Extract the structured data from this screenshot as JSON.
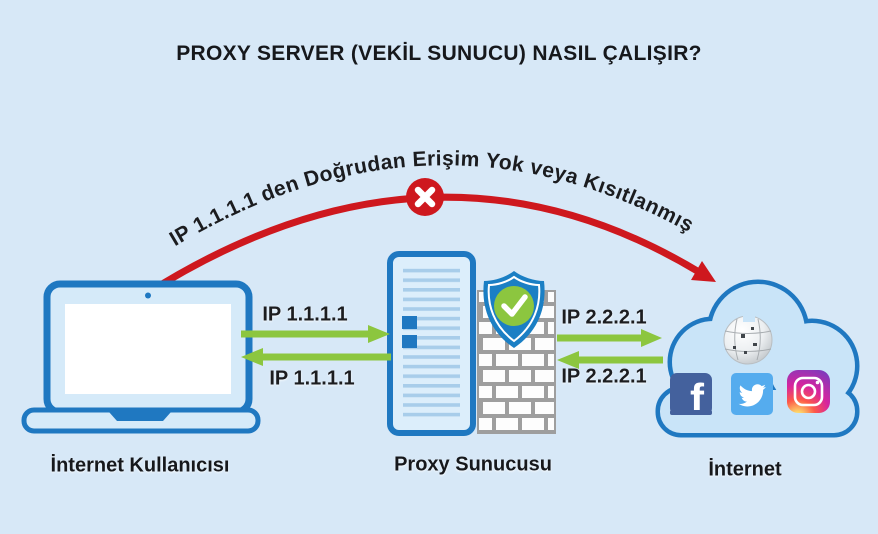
{
  "title": "PROXY SERVER (VEKİL SUNUCU) NASIL ÇALIŞIR?",
  "blocked_route": {
    "label": "IP 1.1.1.1 den Doğrudan Erişim Yok veya Kısıtlanmış",
    "icon": "blocked-x-icon"
  },
  "nodes": {
    "client": {
      "label": "İnternet Kullanıcısı",
      "icon": "laptop-icon"
    },
    "proxy": {
      "label": "Proxy Sunucusu",
      "icons": [
        "server-icon",
        "firewall-icon",
        "shield-check-icon"
      ]
    },
    "internet": {
      "label": "İnternet",
      "icon": "cloud-icon",
      "service_icons": [
        "wikipedia-icon",
        "facebook-icon",
        "twitter-icon",
        "instagram-icon"
      ]
    }
  },
  "flows": {
    "client_to_proxy": "IP 1.1.1.1",
    "proxy_to_client": "IP 1.1.1.1",
    "proxy_to_internet": "IP 2.2.2.1",
    "internet_to_proxy": "IP 2.2.2.1"
  },
  "logos": {
    "facebook_letter": "f"
  },
  "colors": {
    "background": "#D7E8F7",
    "primary_blue": "#1F78C1",
    "light_fill": "#D5EAF9",
    "cloud_fill": "#C9E4F8",
    "arrow_green": "#8CC63F",
    "blocked_red": "#CE181E",
    "facebook_blue": "#44619D",
    "twitter_blue": "#55ACEE",
    "wall_gray": "#9E9E9E"
  }
}
